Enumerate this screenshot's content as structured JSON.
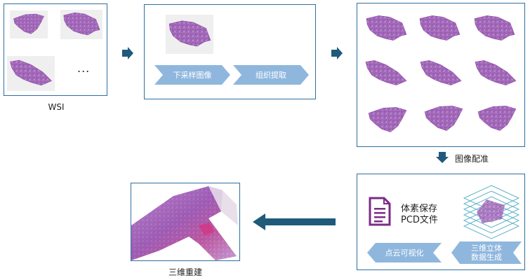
{
  "labels": {
    "wsi": "WSI",
    "ellipsis": "...",
    "downsample": "下采样图像",
    "tissue_extract": "组织提取",
    "registration": "图像配准",
    "pcd_line1": "体素保存",
    "pcd_line2": "PCD文件",
    "pointcloud_vis": "点云可视化",
    "stack_line1": "三维立体",
    "stack_line2": "数据生成",
    "reconstruction": "三维重建"
  },
  "colors": {
    "panel_border": "#2f6f9e",
    "arrow": "#1f5a7a",
    "pill": "#8fb7de",
    "tissue": "#a66bbe",
    "document_icon": "#7b2c86"
  },
  "icons": {
    "step_arrow": "right-arrow-icon",
    "down_arrow": "down-arrow-icon",
    "back_arrow": "left-arrow-icon",
    "document": "document-icon",
    "stack": "layer-stack-icon"
  }
}
